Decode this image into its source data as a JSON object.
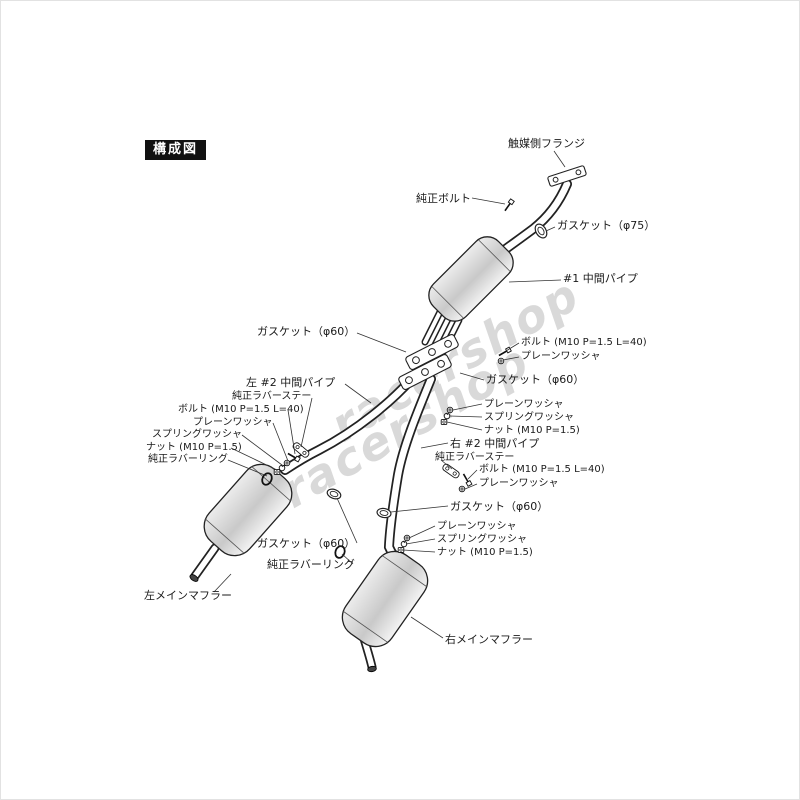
{
  "page": {
    "background_color": "#ffffff"
  },
  "colors": {
    "title_bg": "#111111",
    "title_text": "#ffffff",
    "watermark": "#d9d9d9",
    "line": "#222222"
  },
  "title": {
    "label": "構成図"
  },
  "watermark": {
    "text": "racershop"
  },
  "labels": [
    {
      "id": "catalyst-side-flange",
      "text": "触媒側フランジ"
    },
    {
      "id": "oem-bolt",
      "text": "純正ボルト"
    },
    {
      "id": "gasket-phi75",
      "text": "ガスケット（φ75）"
    },
    {
      "id": "no1-center-pipe",
      "text": "#1 中間パイプ"
    },
    {
      "id": "gasket-phi60-a",
      "text": "ガスケット（φ60）"
    },
    {
      "id": "bolt-m10-a",
      "text": "ボルト (M10 P=1.5 L=40)"
    },
    {
      "id": "plain-washer-a",
      "text": "プレーンワッシャ"
    },
    {
      "id": "gasket-phi60-b",
      "text": "ガスケット（φ60）"
    },
    {
      "id": "left-no2-center-pipe",
      "text": "左 #2 中間パイプ"
    },
    {
      "id": "oem-rubber-stay-left",
      "text": "純正ラバーステー"
    },
    {
      "id": "bolt-m10-left",
      "text": "ボルト (M10 P=1.5 L=40)"
    },
    {
      "id": "plain-washer-left",
      "text": "プレーンワッシャ"
    },
    {
      "id": "spring-washer-left",
      "text": "スプリングワッシャ"
    },
    {
      "id": "nut-left",
      "text": "ナット (M10 P=1.5)"
    },
    {
      "id": "oem-rubber-ring-left",
      "text": "純正ラバーリング"
    },
    {
      "id": "plain-washer-b",
      "text": "プレーンワッシャ"
    },
    {
      "id": "spring-washer-b",
      "text": "スプリングワッシャ"
    },
    {
      "id": "nut-b",
      "text": "ナット (M10 P=1.5)"
    },
    {
      "id": "right-no2-center-pipe",
      "text": "右 #2 中間パイプ"
    },
    {
      "id": "oem-rubber-stay-right",
      "text": "純正ラバーステー"
    },
    {
      "id": "bolt-m10-right",
      "text": "ボルト (M10 P=1.5 L=40)"
    },
    {
      "id": "plain-washer-c",
      "text": "プレーンワッシャ"
    },
    {
      "id": "gasket-phi60-c",
      "text": "ガスケット（φ60）"
    },
    {
      "id": "plain-washer-d",
      "text": "プレーンワッシャ"
    },
    {
      "id": "spring-washer-d",
      "text": "スプリングワッシャ"
    },
    {
      "id": "nut-d",
      "text": "ナット (M10 P=1.5)"
    },
    {
      "id": "gasket-phi60-d",
      "text": "ガスケット（φ60）"
    },
    {
      "id": "oem-rubber-ring-bottom",
      "text": "純正ラバーリング"
    },
    {
      "id": "left-main-muffler",
      "text": "左メインマフラー"
    },
    {
      "id": "right-main-muffler",
      "text": "右メインマフラー"
    }
  ]
}
